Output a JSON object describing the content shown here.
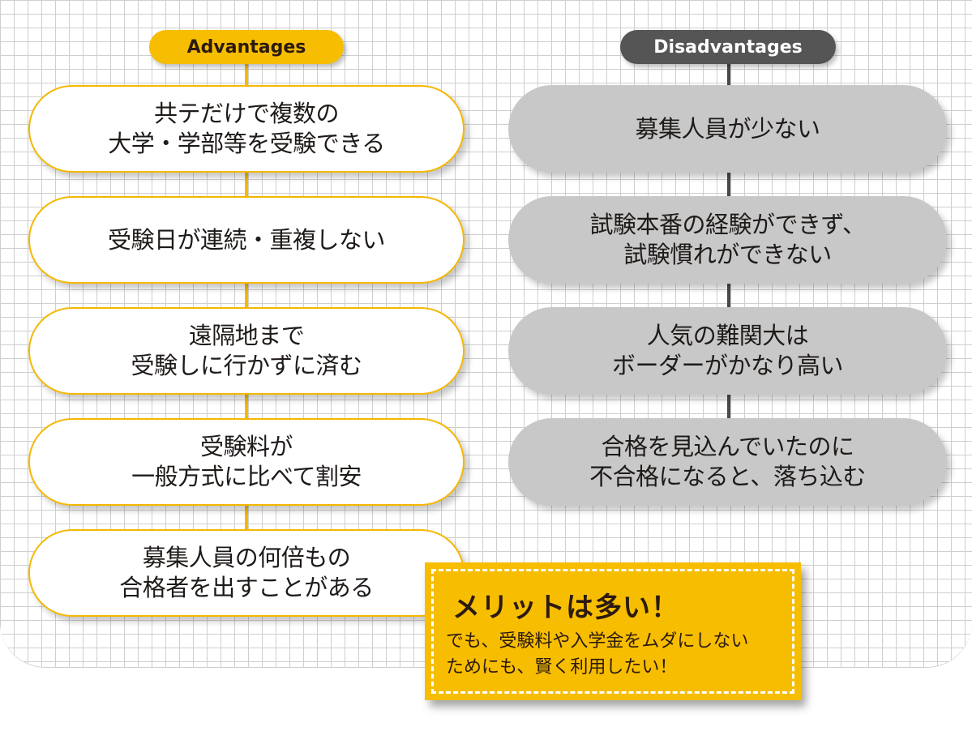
{
  "advantages": {
    "header": "Advantages",
    "color": "#f7bd00",
    "items": [
      {
        "line1": "共テだけで複数の",
        "line2": "大学・学部等を受験できる"
      },
      {
        "line1": "受験日が連続・重複しない",
        "line2": ""
      },
      {
        "line1": "遠隔地まで",
        "line2": "受験しに行かずに済む"
      },
      {
        "line1": "受験料が",
        "line2": "一般方式に比べて割安"
      },
      {
        "line1": "募集人員の何倍もの",
        "line2": "合格者を出すことがある"
      }
    ]
  },
  "disadvantages": {
    "header": "Disadvantages",
    "color": "#555555",
    "items": [
      {
        "line1": "募集人員が少ない",
        "line2": ""
      },
      {
        "line1": "試験本番の経験ができず、",
        "line2": "試験慣れができない"
      },
      {
        "line1": "人気の難関大は",
        "line2": "ボーダーがかなり高い"
      },
      {
        "line1": "合格を見込んでいたのに",
        "line2": "不合格になると、落ち込む"
      }
    ]
  },
  "callout": {
    "title": "メリットは多い！",
    "line1": "でも、受験料や入学金をムダにしない",
    "line2": "ためにも、賢く利用したい！"
  }
}
